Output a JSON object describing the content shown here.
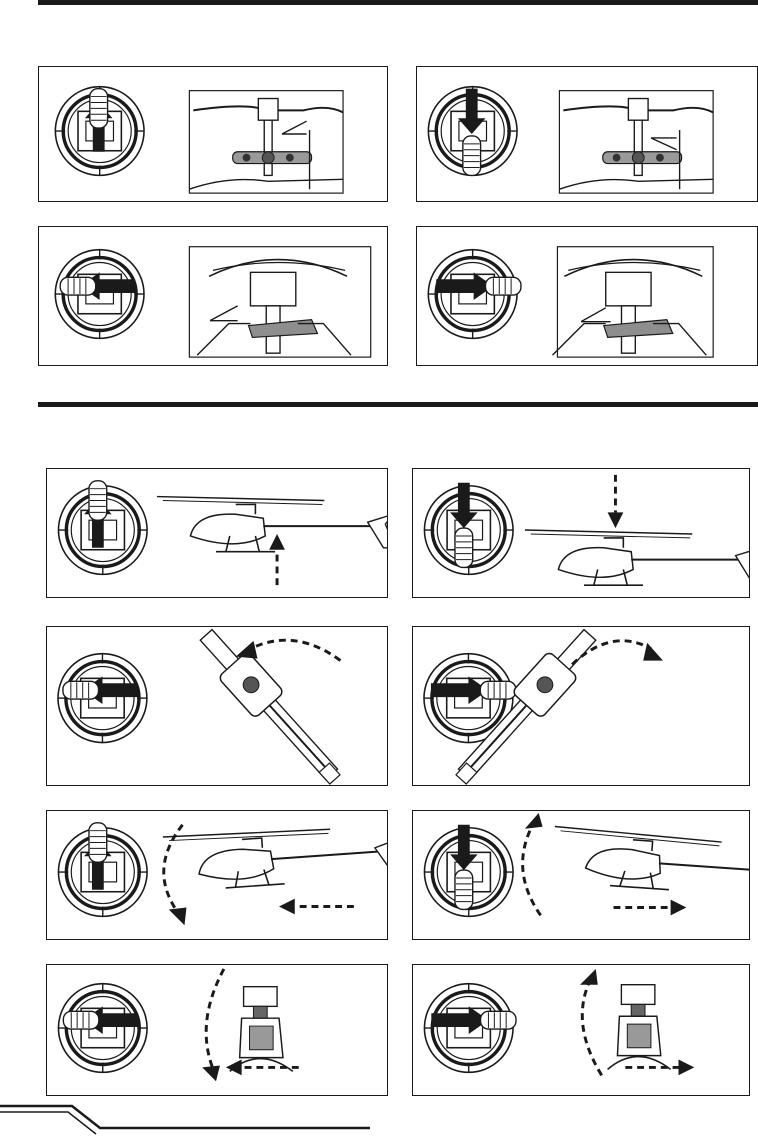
{
  "document": {
    "section_count": 2,
    "panels": [
      {
        "section": "servo",
        "direction": "up",
        "view": "linkage-side"
      },
      {
        "section": "servo",
        "direction": "down",
        "view": "linkage-side"
      },
      {
        "section": "servo",
        "direction": "left",
        "view": "linkage-front"
      },
      {
        "section": "servo",
        "direction": "right",
        "view": "linkage-front"
      },
      {
        "section": "flight",
        "direction": "up",
        "motion": "climb"
      },
      {
        "section": "flight",
        "direction": "down",
        "motion": "descend"
      },
      {
        "section": "flight",
        "direction": "left",
        "motion": "yaw-left"
      },
      {
        "section": "flight",
        "direction": "right",
        "motion": "yaw-right"
      },
      {
        "section": "flight",
        "direction": "up",
        "motion": "pitch-forward"
      },
      {
        "section": "flight",
        "direction": "down",
        "motion": "pitch-back"
      },
      {
        "section": "flight",
        "direction": "left",
        "motion": "roll-left"
      },
      {
        "section": "flight",
        "direction": "right",
        "motion": "roll-right"
      }
    ],
    "colors": {
      "ink": "#1a1a1a",
      "paper": "#ffffff",
      "shade": "#bdbdbd"
    }
  }
}
